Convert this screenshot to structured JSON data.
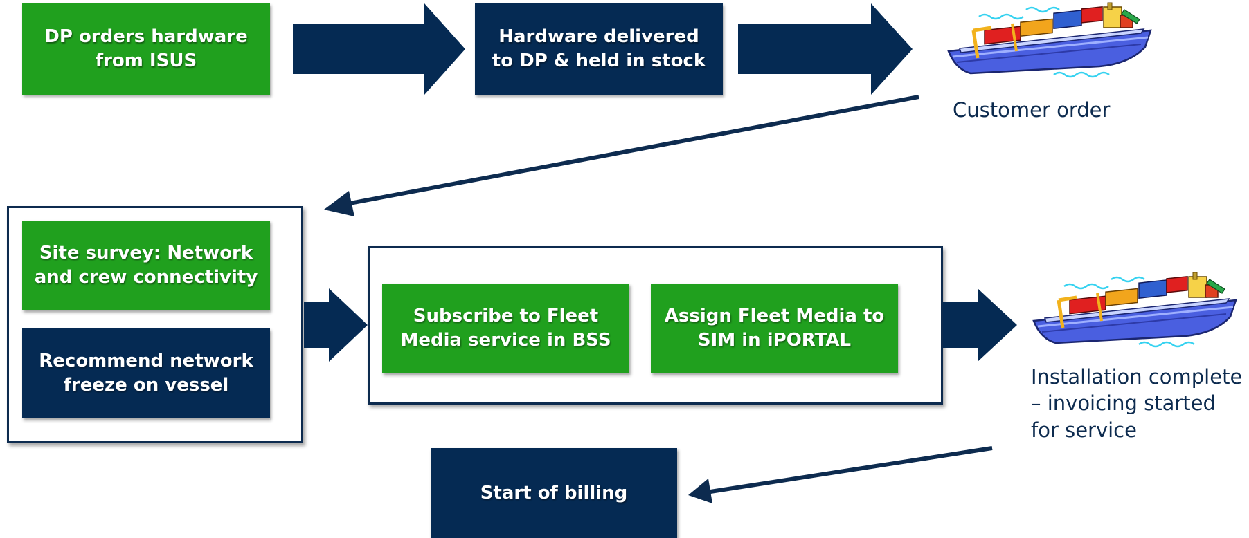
{
  "diagram": {
    "boxes": {
      "dp_orders": "DP orders hardware\nfrom ISUS",
      "hw_delivered": "Hardware delivered\nto DP & held in stock",
      "site_survey": "Site survey: Network\nand crew connectivity",
      "recommend_freeze": "Recommend network\nfreeze on vessel",
      "subscribe": "Subscribe to Fleet\nMedia service in BSS",
      "assign": "Assign Fleet Media to\nSIM in iPORTAL",
      "start_billing": "Start of billing"
    },
    "captions": {
      "customer_order": "Customer order",
      "installation": "Installation complete\n– invoicing started\nfor service"
    },
    "colors": {
      "green": "#20a01e",
      "navy": "#052a53",
      "arrow": "#052a53"
    },
    "icons": [
      "container-ship-icon",
      "container-ship-icon"
    ]
  }
}
